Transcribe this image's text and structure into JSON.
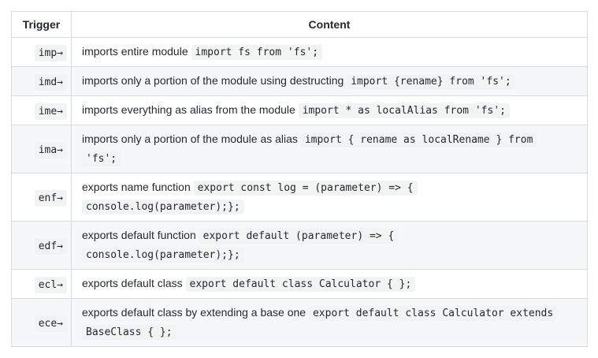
{
  "table": {
    "columns": [
      {
        "label": "Trigger"
      },
      {
        "label": "Content"
      }
    ],
    "rows": [
      {
        "trigger": "imp→",
        "description": "imports entire module",
        "code_lines": [
          "import fs from 'fs';"
        ]
      },
      {
        "trigger": "imd→",
        "description": "imports only a portion of the module using destructing",
        "code_lines": [
          "import {rename} from 'fs';"
        ]
      },
      {
        "trigger": "ime→",
        "description": "imports everything as alias from the module",
        "code_lines": [
          "import * as localAlias from 'fs';"
        ]
      },
      {
        "trigger": "ima→",
        "description": "imports only a portion of the module as alias",
        "code_lines": [
          "import { rename as localRename } from",
          "'fs';"
        ]
      },
      {
        "trigger": "enf→",
        "description": "exports name function",
        "code_lines": [
          "export const log = (parameter) => {",
          "console.log(parameter);};"
        ]
      },
      {
        "trigger": "edf→",
        "description": "exports default function",
        "code_lines": [
          "export default (parameter) => {",
          "console.log(parameter);};"
        ]
      },
      {
        "trigger": "ecl→",
        "description": "exports default class",
        "code_lines": [
          "export default class Calculator { };"
        ]
      },
      {
        "trigger": "ece→",
        "description": "exports default class by extending a base one",
        "code_lines": [
          "export default class Calculator extends",
          "BaseClass { };"
        ]
      }
    ]
  },
  "colors": {
    "text": "#24292e",
    "border": "#d9dadb",
    "stripe": "#f6f7f8",
    "code_bg": "#f2f3f3"
  }
}
